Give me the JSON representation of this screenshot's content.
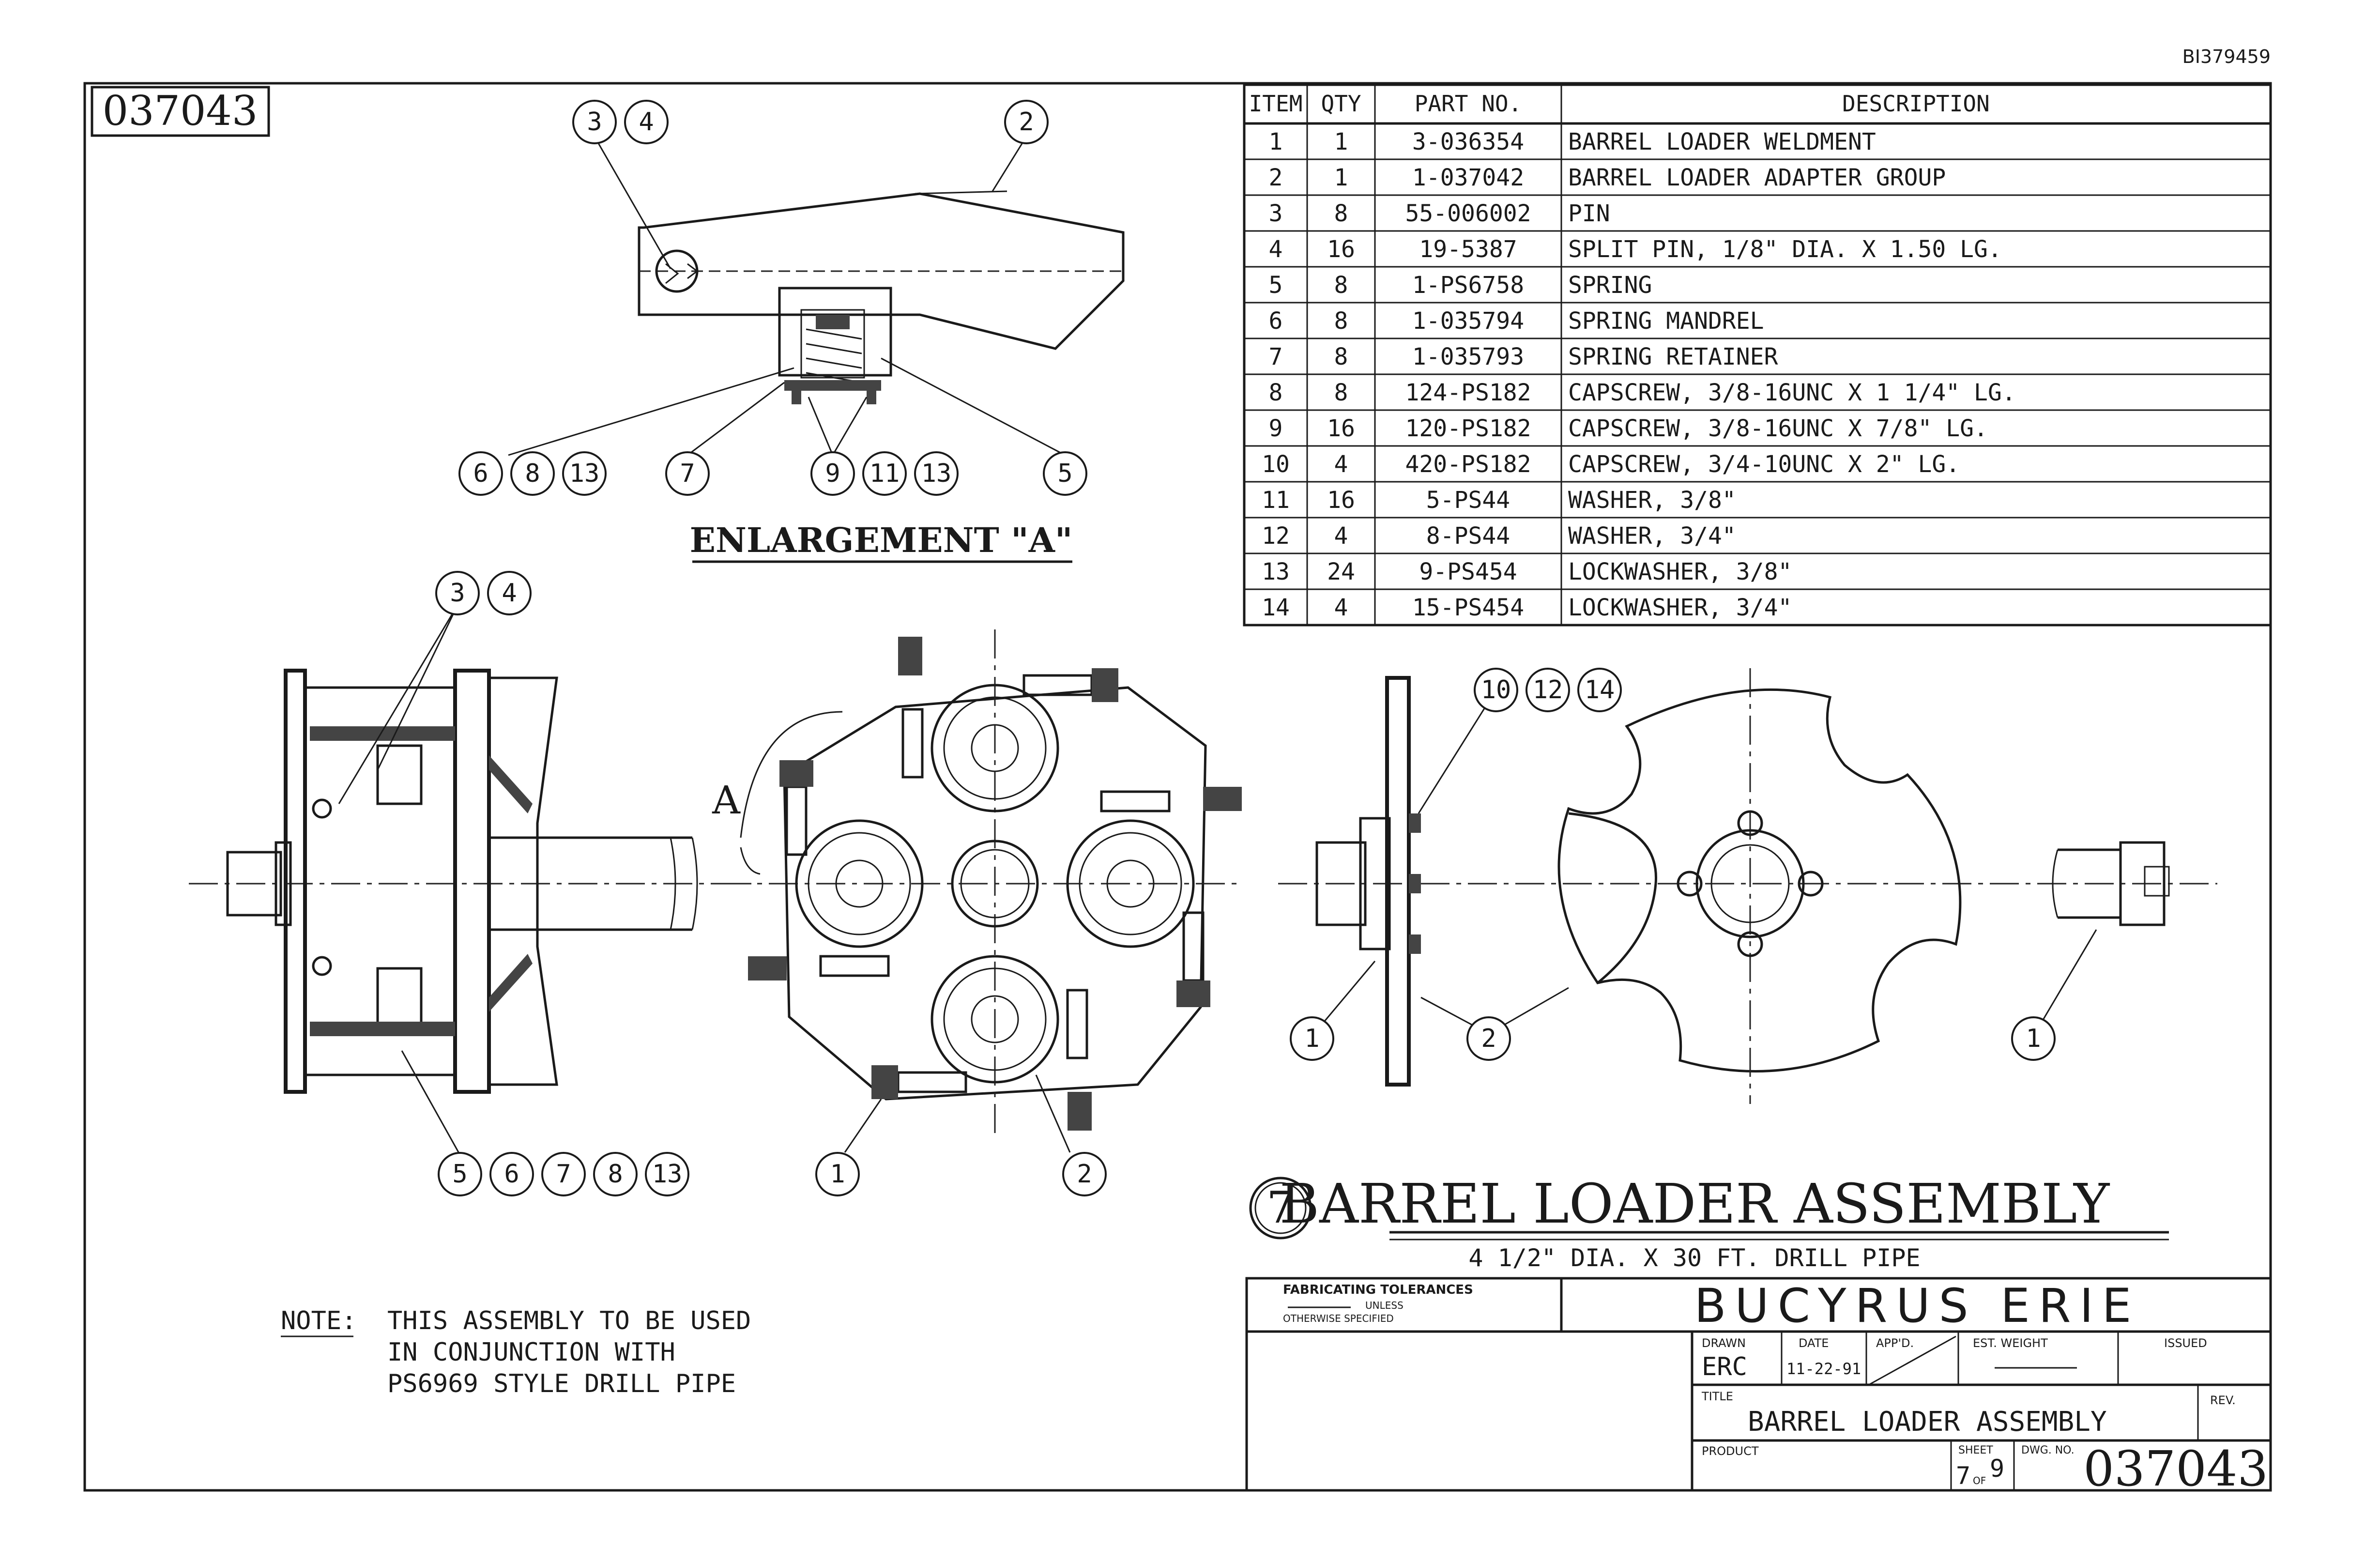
{
  "doc_ref": "BI379459",
  "drawing_number_box": "037043",
  "enlargement_label": "ENLARGEMENT \"A\"",
  "view_marker": "A",
  "bom": {
    "headers": [
      "ITEM",
      "QTY",
      "PART NO.",
      "DESCRIPTION"
    ],
    "rows": [
      [
        "1",
        "1",
        "3-036354",
        "BARREL LOADER WELDMENT"
      ],
      [
        "2",
        "1",
        "1-037042",
        "BARREL LOADER ADAPTER GROUP"
      ],
      [
        "3",
        "8",
        "55-006002",
        "PIN"
      ],
      [
        "4",
        "16",
        "19-5387",
        "SPLIT PIN, 1/8\" DIA. X 1.50 LG."
      ],
      [
        "5",
        "8",
        "1-PS6758",
        "SPRING"
      ],
      [
        "6",
        "8",
        "1-035794",
        "SPRING MANDREL"
      ],
      [
        "7",
        "8",
        "1-035793",
        "SPRING RETAINER"
      ],
      [
        "8",
        "8",
        "124-PS182",
        "CAPSCREW, 3/8-16UNC X 1 1/4\" LG."
      ],
      [
        "9",
        "16",
        "120-PS182",
        "CAPSCREW, 3/8-16UNC X 7/8\" LG."
      ],
      [
        "10",
        "4",
        "420-PS182",
        "CAPSCREW, 3/4-10UNC X 2\" LG."
      ],
      [
        "11",
        "16",
        "5-PS44",
        "WASHER, 3/8\""
      ],
      [
        "12",
        "4",
        "8-PS44",
        "WASHER, 3/4\""
      ],
      [
        "13",
        "24",
        "9-PS454",
        "LOCKWASHER, 3/8\""
      ],
      [
        "14",
        "4",
        "15-PS454",
        "LOCKWASHER, 3/4\""
      ]
    ]
  },
  "balloons": {
    "enl_3": "3",
    "enl_4": "4",
    "enl_2": "2",
    "enl_6": "6",
    "enl_8": "8",
    "enl_13a": "13",
    "enl_7": "7",
    "enl_9": "9",
    "enl_11": "11",
    "enl_13b": "13",
    "enl_5": "5",
    "side_3": "3",
    "side_4": "4",
    "side_5": "5",
    "side_6": "6",
    "side_7": "7",
    "side_8": "8",
    "side_13": "13",
    "front_1": "1",
    "front_2": "2",
    "right_10": "10",
    "right_12": "12",
    "right_14": "14",
    "right_1a": "1",
    "right_2": "2",
    "right_1b": "1"
  },
  "sheet_circle_number": "7",
  "assembly_title": "BARREL LOADER ASSEMBLY",
  "assembly_subtitle": "4 1/2\" DIA. X 30 FT. DRILL PIPE",
  "note": {
    "label": "NOTE:",
    "lines": [
      "THIS ASSEMBLY TO BE USED",
      "IN CONJUNCTION WITH",
      "PS6969 STYLE DRILL PIPE"
    ]
  },
  "title_block": {
    "tolerances_label": "FABRICATING TOLERANCES",
    "tol_line2": "UNLESS",
    "tol_line3": "OTHERWISE SPECIFIED",
    "company": "BUCYRUS ERIE",
    "drawn_label": "DRAWN",
    "drawn_value": "ERC",
    "date_label": "DATE",
    "date_value": "11-22-91",
    "appd_label": "APP'D.",
    "weight_label": "EST. WEIGHT",
    "issued_label": "ISSUED",
    "title_label": "TITLE",
    "title_value": "BARREL LOADER ASSEMBLY",
    "rev_label": "REV.",
    "product_label": "PRODUCT",
    "sheet_label": "SHEET",
    "sheet_value": "7",
    "sheet_of": "OF",
    "sheet_total": "9",
    "dwg_label": "DWG. NO.",
    "dwg_value": "037043"
  }
}
